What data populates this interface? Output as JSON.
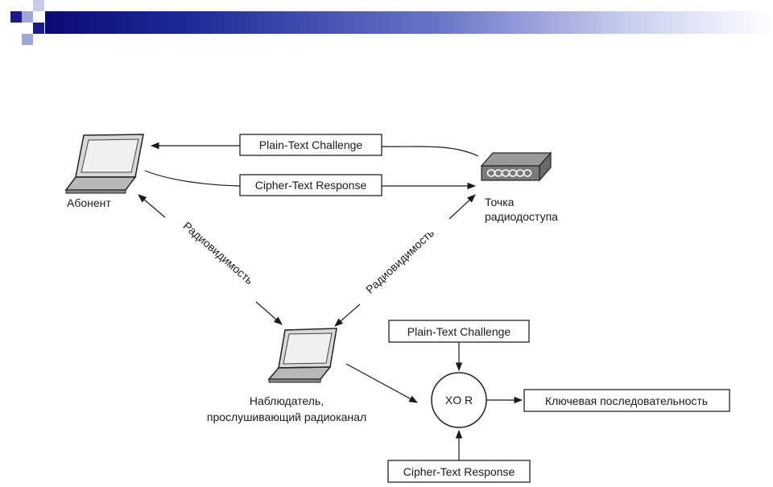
{
  "diagram": {
    "subscriber_label": "Абонент",
    "access_point_label_line1": "Точка",
    "access_point_label_line2": "радиодоступа",
    "top_box1": "Plain-Text Challenge",
    "top_box2": "Cipher-Text Response",
    "left_radio_label": "Радиовидимость",
    "right_radio_label": "Радиовидимость",
    "observer_label_line1": "Наблюдатель,",
    "observer_label_line2": "прослушивающий радиоканал",
    "xor_label": "XO R",
    "bottom_box_top": "Plain-Text Challenge",
    "bottom_box_bottom": "Cipher-Text Response",
    "keystream_box": "Ключевая последовательность"
  },
  "colors": {
    "header_dark": "#0a0a78",
    "square_dark": "#1a1a8c",
    "square_light": "#9fa6d8"
  }
}
